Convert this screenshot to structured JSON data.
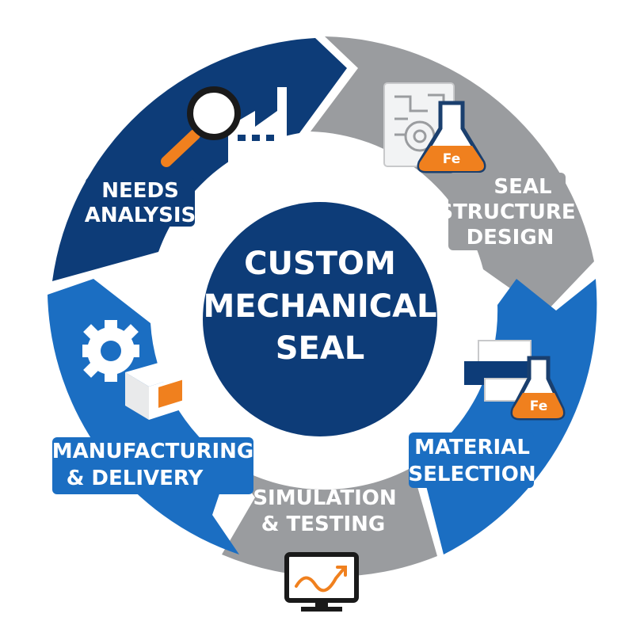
{
  "center": {
    "lines": [
      "CUSTOM",
      "MECHANICAL",
      "SEAL"
    ]
  },
  "stages": {
    "needs_analysis": {
      "lines": [
        "NEEDS",
        "ANALYSIS"
      ]
    },
    "seal_structure_design": {
      "lines": [
        "SEAL",
        "STRUCTURE",
        "DESIGN"
      ]
    },
    "material_selection": {
      "lines": [
        "MATERIAL",
        "SELECTION"
      ]
    },
    "simulation_testing": {
      "lines": [
        "SIMULATION",
        "& TESTING"
      ]
    },
    "manufacturing_delivery": {
      "lines": [
        "MANUFACTURING",
        "& DELIVERY"
      ]
    }
  },
  "flask_label_1": "Fe",
  "flask_label_2": "Fe",
  "icons": {
    "needs": "magnifier-factory-icon",
    "design": "blueprint-flask-icon",
    "material": "material-blocks-flask-icon",
    "simulation": "monitor-graph-icon",
    "manufacturing": "gear-box-icon"
  },
  "colors": {
    "navy": "#0d3c78",
    "blue": "#1b6ec2",
    "gray": "#9a9c9f",
    "orange": "#f0801e",
    "white": "#ffffff"
  }
}
